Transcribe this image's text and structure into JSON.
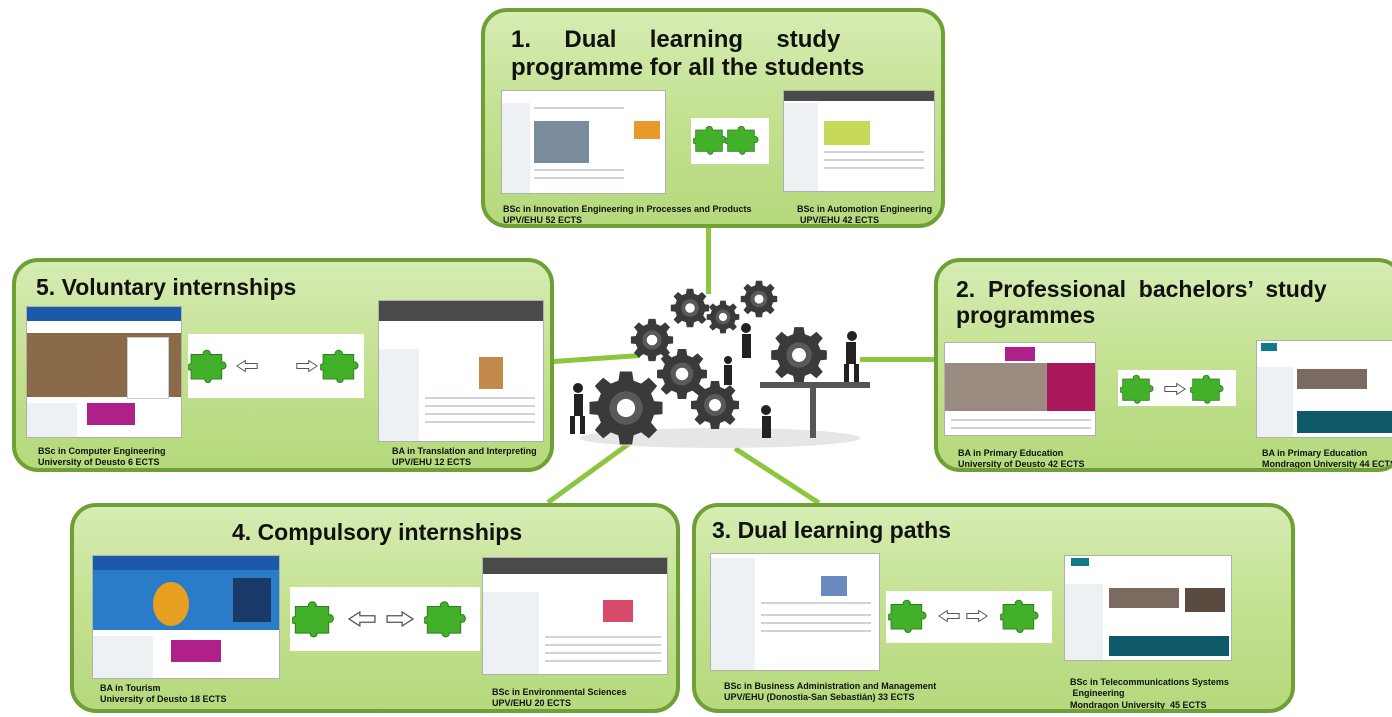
{
  "boxes": {
    "b1": {
      "title_line1": "1.     Dual     learning     study",
      "title_line2": "programme for all the students",
      "left_caption": [
        "BSc in Innovation Engineering in Processes and Products",
        "UPV/EHU 52 ECTS"
      ],
      "right_caption": [
        "BSc in Automotion Engineering",
        "UPV/EHU 42 ECTS"
      ]
    },
    "b2": {
      "title_line1": "2.  Professional  bachelors’  study",
      "title_line2": "programmes",
      "left_caption": [
        "BA in Primary Education",
        "University of Deusto 42 ECTS"
      ],
      "right_caption": [
        "BA in Primary Education",
        "Mondragon University 44 ECTS"
      ]
    },
    "b3": {
      "title": "3. Dual learning paths",
      "left_caption": [
        "BSc in Business Administration and Management",
        "UPV/EHU (Donostia-San Sebastián) 33 ECTS"
      ],
      "right_caption": [
        "BSc in Telecommunications Systems",
        " Engineering",
        "Mondragon University  45 ECTS"
      ]
    },
    "b4": {
      "title": "4. Compulsory internships",
      "left_caption": [
        "BA in Tourism",
        "University of Deusto 18 ECTS"
      ],
      "right_caption": [
        "BSc in Environmental Sciences",
        "UPV/EHU 20 ECTS"
      ]
    },
    "b5": {
      "title": "5. Voluntary internships",
      "left_caption": [
        "BSc in Computer Engineering",
        "University of Deusto 6 ECTS"
      ],
      "right_caption": [
        "BA in Translation and Interpreting",
        "UPV/EHU 12 ECTS"
      ]
    }
  },
  "colors": {
    "box_border": "#6fa035",
    "puzzle_green": "#43b02a",
    "connector": "#8cc63f",
    "gear": "#3a3a3a"
  },
  "icons": [
    "puzzle-piece-icon",
    "arrow-right-outline-icon",
    "arrow-left-outline-icon",
    "gears-teamwork-illustration"
  ]
}
